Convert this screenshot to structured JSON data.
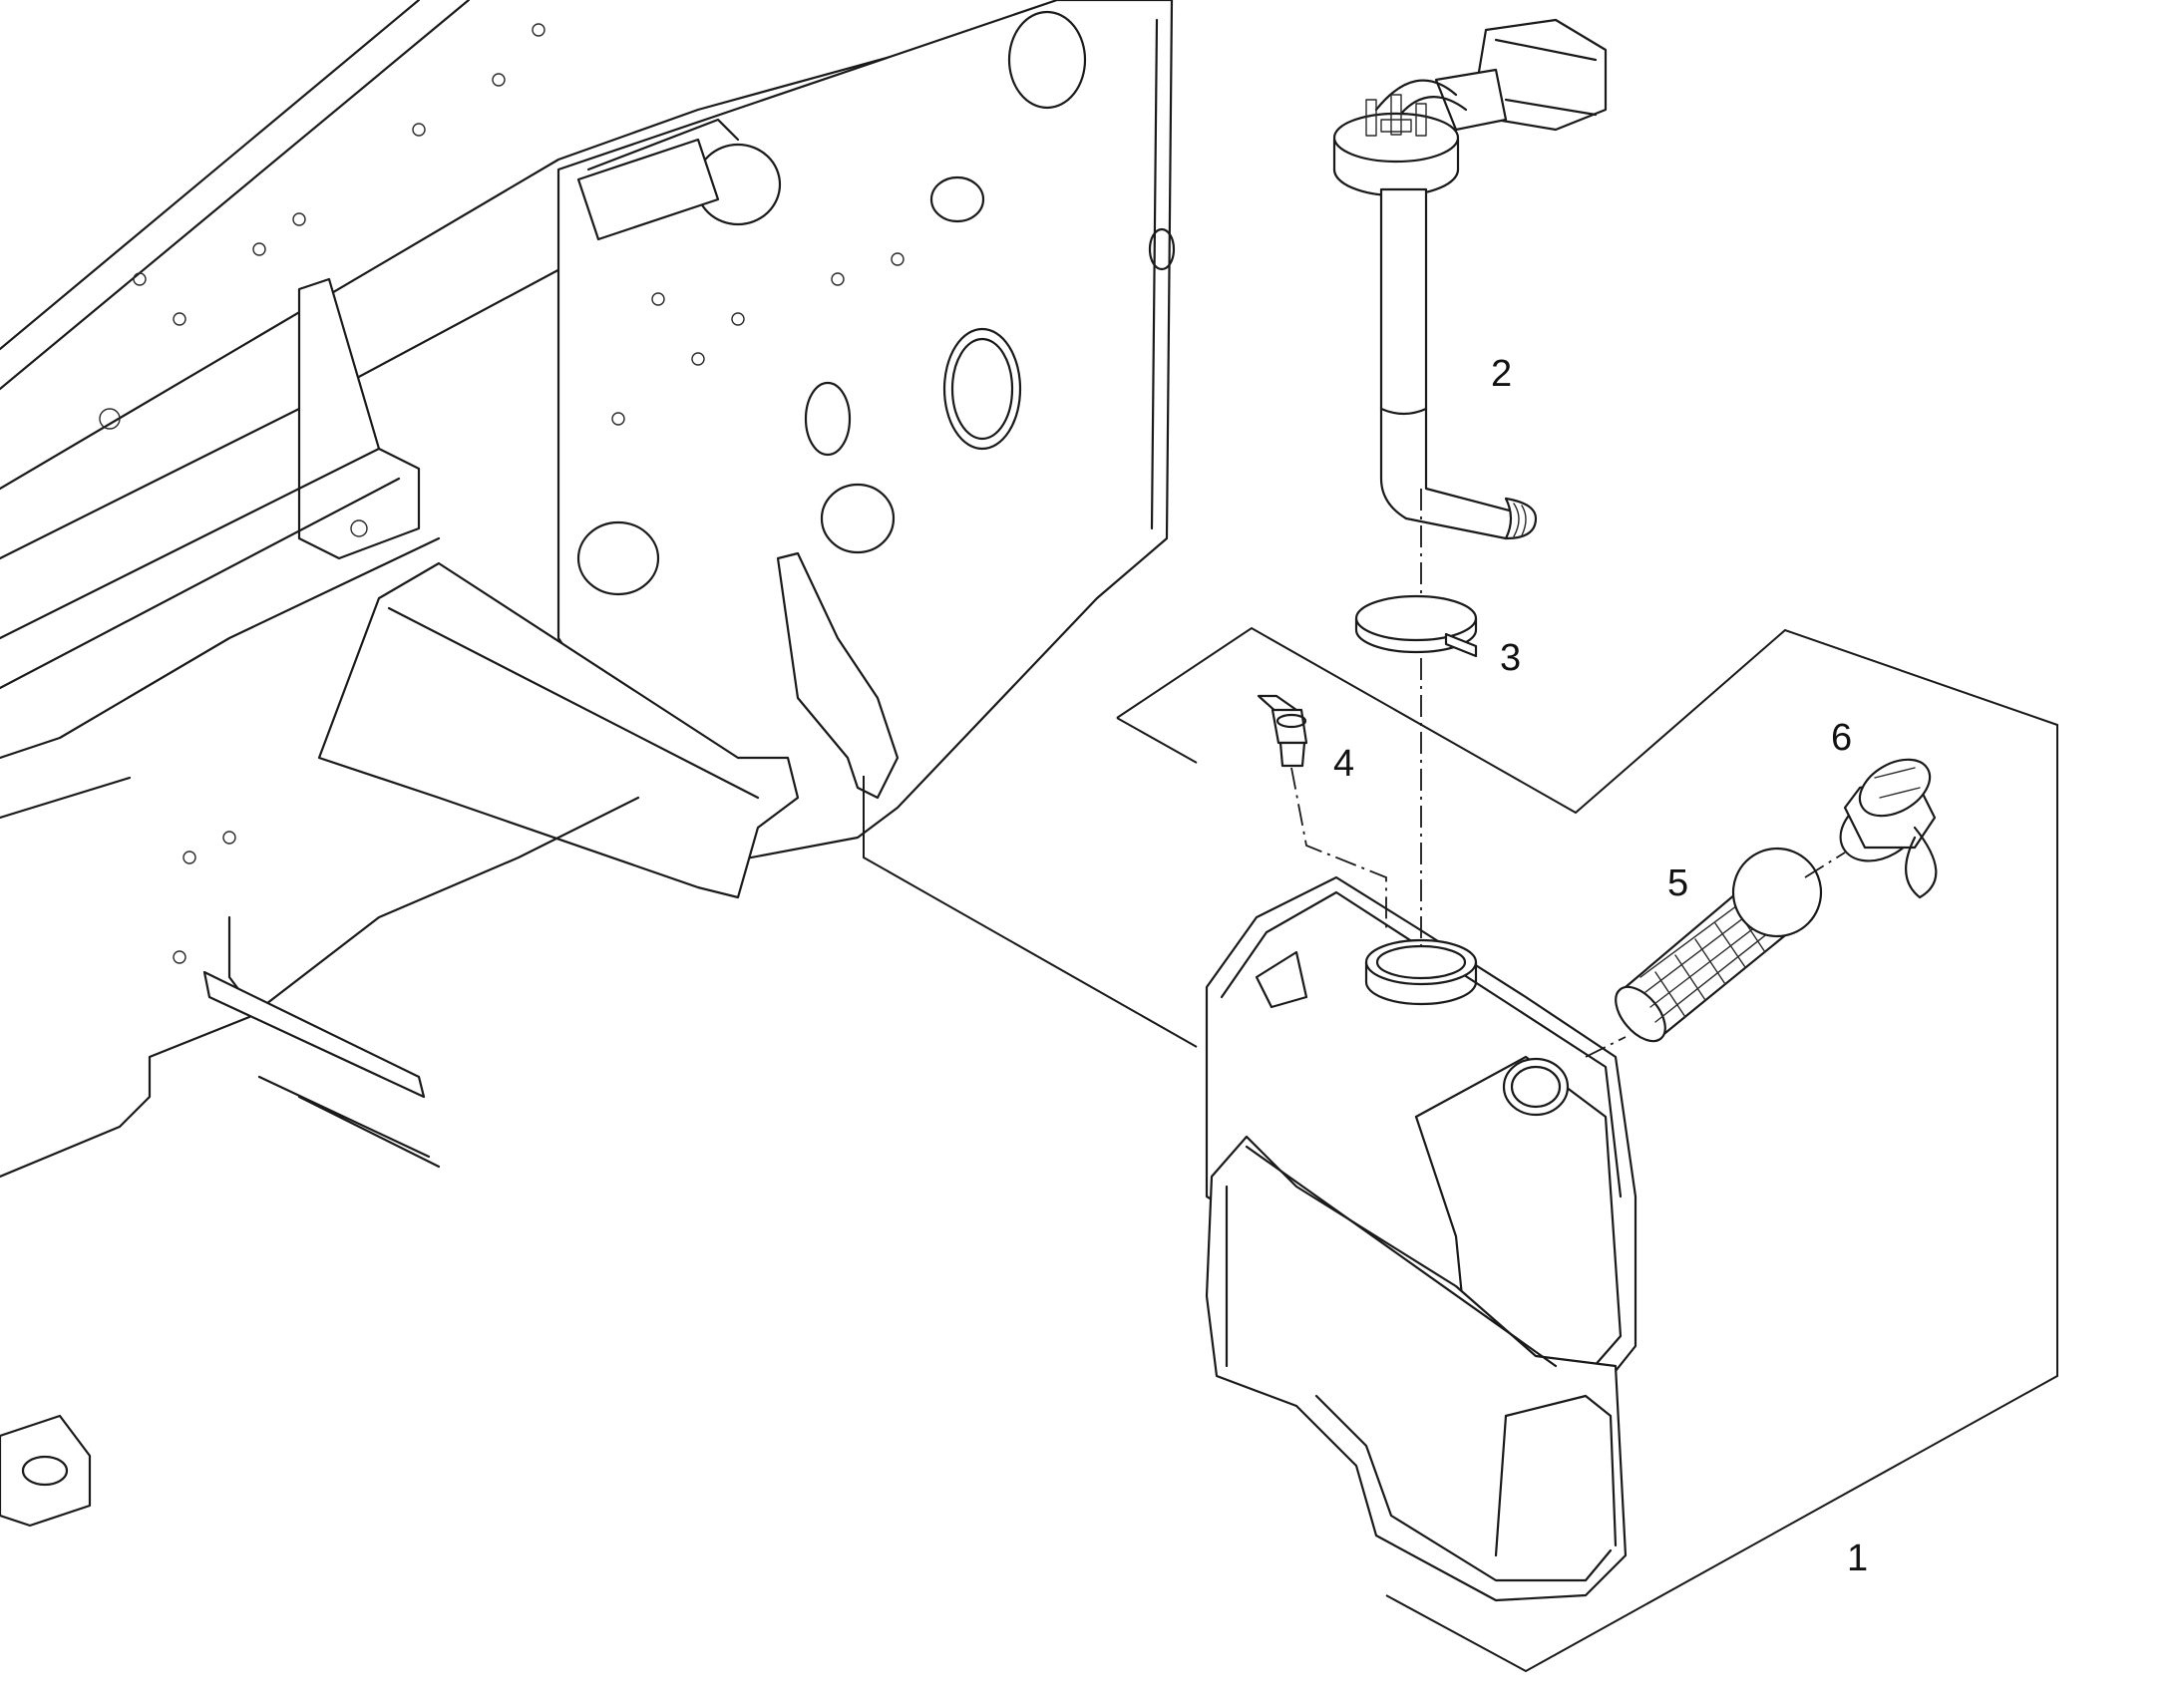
{
  "diagram": {
    "kind": "exploded parts drawing",
    "line_color": "#1a1a1a",
    "background": "#ffffff"
  },
  "callouts": [
    {
      "id": "1",
      "label": "1",
      "part": "tank"
    },
    {
      "id": "2",
      "label": "2",
      "part": "level-sender-pickup-tube"
    },
    {
      "id": "3",
      "label": "3",
      "part": "hose-clamp"
    },
    {
      "id": "4",
      "label": "4",
      "part": "breather-valve"
    },
    {
      "id": "5",
      "label": "5",
      "part": "filler-strainer"
    },
    {
      "id": "6",
      "label": "6",
      "part": "filler-cap"
    }
  ]
}
